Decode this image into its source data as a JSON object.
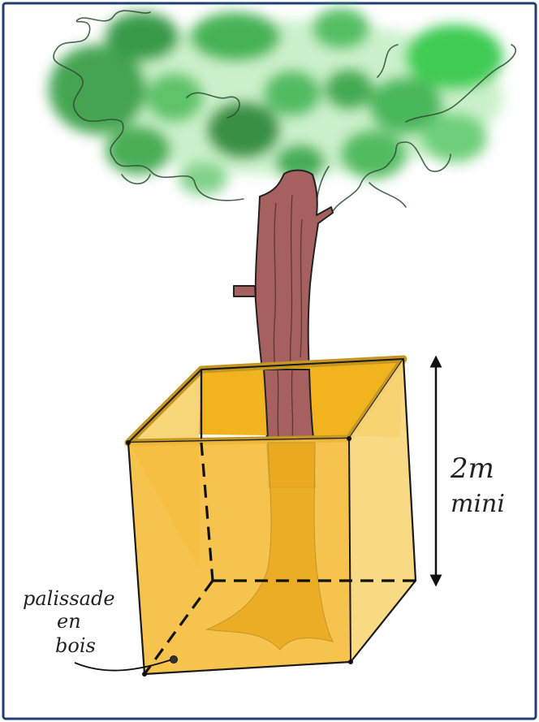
{
  "diagram": {
    "labels": {
      "height_value": "2m",
      "height_suffix": "mini",
      "palisade_line1": "palissade",
      "palisade_line2": "en",
      "palisade_line3": "bois"
    },
    "colors": {
      "frame_border": "#1f3f73",
      "foliage_dark": "#2e8b3a",
      "foliage_light": "#7cd67f",
      "trunk": "#a66060",
      "box_front": "#f5bd3c",
      "box_side": "#f7d67a",
      "box_inner": "#f2b41e",
      "rim": "#c59622",
      "ink": "#1a1a1a"
    }
  }
}
